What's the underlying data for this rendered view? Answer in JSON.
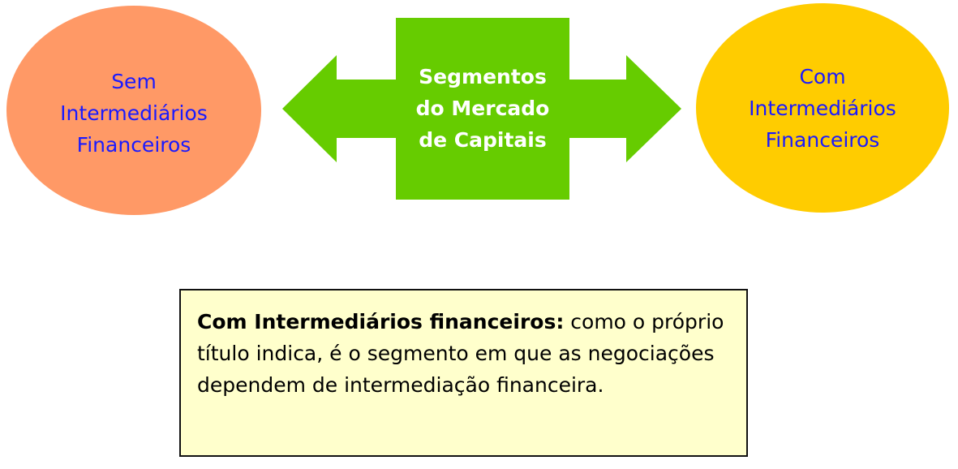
{
  "left_node": {
    "label": "Sem\nIntermediários\nFinanceiros"
  },
  "center_node": {
    "label": "Segmentos\ndo Mercado\nde Capitais"
  },
  "right_node": {
    "label": "Com\nIntermediários\nFinanceiros"
  },
  "note": {
    "title": "Com Intermediários financeiros:",
    "body": " como o próprio título indica, é o segmento em que as negociações dependem de intermediação financeira."
  },
  "colors": {
    "left_fill": "#ff9966",
    "right_fill": "#ffcc00",
    "arrow_fill": "#66cc00",
    "ellipse_text": "#1a1aff",
    "note_fill": "#ffffcc"
  }
}
